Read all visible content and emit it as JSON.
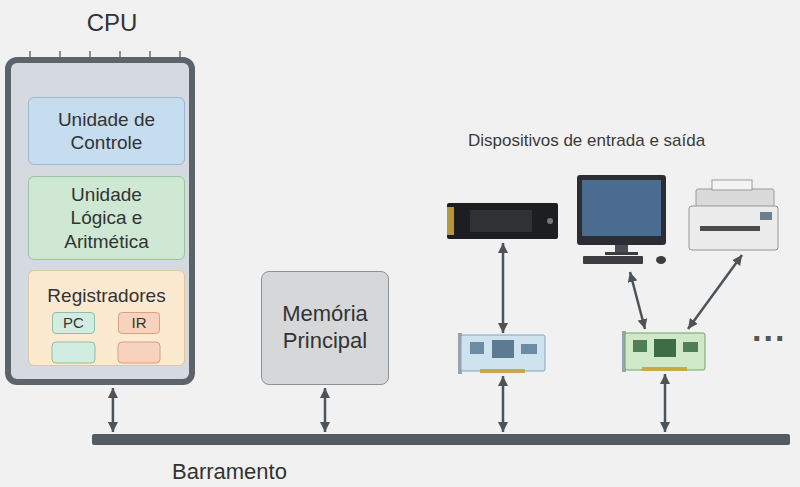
{
  "diagram": {
    "nodes": [
      {
        "text": [
          "CPU"
        ]
      },
      {
        "text": [
          "Unidade de Controle"
        ],
        "in": 0
      },
      {
        "text": [
          "Unidade Lógica e Aritmética"
        ],
        "in": 0
      },
      {
        "text": [
          "Registradores"
        ],
        "in": 0
      },
      {
        "text": [
          "PC"
        ],
        "in": 3
      },
      {
        "text": [
          "IR"
        ],
        "in": 3
      },
      {
        "text": [
          "Memória Principal"
        ]
      },
      {
        "text": [
          "Barramento"
        ]
      }
    ],
    "edges": [
      {
        "from": 0,
        "to": 7,
        "arrow": "both"
      },
      {
        "from": 6,
        "to": 7,
        "arrow": "both"
      }
    ],
    "labels": [
      "Dispositivos de entrada e saída",
      "..."
    ]
  }
}
